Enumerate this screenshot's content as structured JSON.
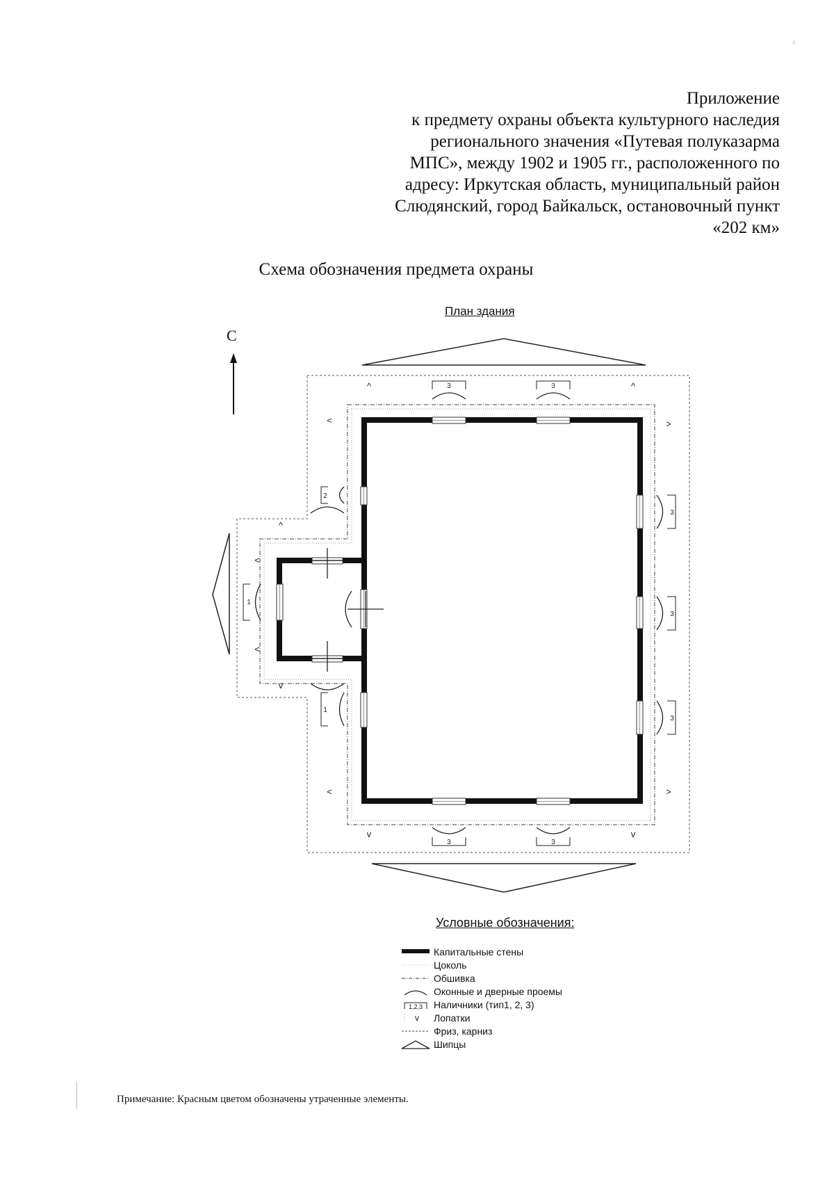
{
  "header": {
    "lines": [
      "Приложение",
      "к предмету охраны объекта культурного наследия",
      "регионального значения «Путевая полуказарма",
      "МПС», между 1902 и 1905 гг., расположенного по",
      "адресу: Иркутская область, муниципальный район",
      "Слюдянский, город Байкальск, остановочный пункт",
      "«202 км»"
    ]
  },
  "scheme_title": "Схема обозначения предмета охраны",
  "plan": {
    "title": "План здания",
    "north_label": "С",
    "trim_label": "3",
    "trim_label_2": "2",
    "trim_label_1": "1",
    "pilaster_mark_up": "^",
    "pilaster_mark_down": "v",
    "pilaster_mark_left": "<",
    "pilaster_mark_right": ">"
  },
  "legend": {
    "title": "Условные обозначения:",
    "items": [
      {
        "label": "Капитальные стены",
        "icon": "solid-wall-icon"
      },
      {
        "label": "Цоколь",
        "icon": "plinth-icon"
      },
      {
        "label": "Обшивка",
        "icon": "dashdot-line-icon"
      },
      {
        "label": "Оконные и дверные проемы",
        "icon": "arc-icon"
      },
      {
        "label": "Наличники (тип1, 2, 3)",
        "icon": "bracket-icon",
        "icon_text": "1,2,3"
      },
      {
        "label": "Лопатки",
        "icon": "v-mark-icon",
        "icon_text": "v"
      },
      {
        "label": "Фриз, карниз",
        "icon": "dashed-line-icon"
      },
      {
        "label": "Шипцы",
        "icon": "triangle-icon"
      }
    ]
  },
  "note": "Примечание: Красным цветом обозначены утраченные элементы."
}
